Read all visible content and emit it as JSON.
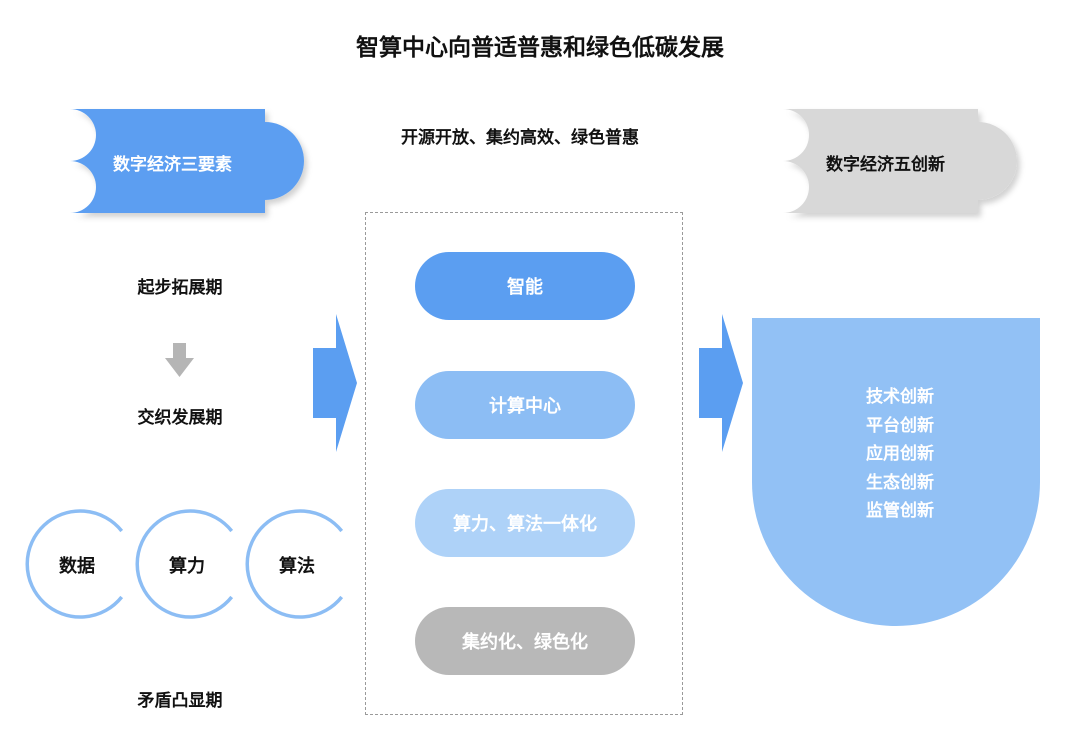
{
  "title": "智算中心向普适普惠和绿色低碳发展",
  "subtitle": "开源开放、集约高效、绿色普惠",
  "left": {
    "tag": "数字经济三要素",
    "phases": [
      "起步拓展期",
      "交织发展期",
      "矛盾凸显期"
    ],
    "circles": [
      "数据",
      "算力",
      "算法"
    ]
  },
  "center": {
    "pills": [
      "智能",
      "计算中心",
      "算力、算法一体化",
      "集约化、绿色化"
    ]
  },
  "right": {
    "tag": "数字经济五创新",
    "innovations": [
      "技术创新",
      "平台创新",
      "应用创新",
      "生态创新",
      "监管创新"
    ]
  },
  "colors": {
    "blue_primary": "#5b9ef1",
    "blue_light": "#8cbdf4",
    "blue_pale": "#aed2f8",
    "gray_pill": "#b8b8b8",
    "gray_tag": "#d8d8d8",
    "circle_stroke": "#8cbdf4"
  }
}
